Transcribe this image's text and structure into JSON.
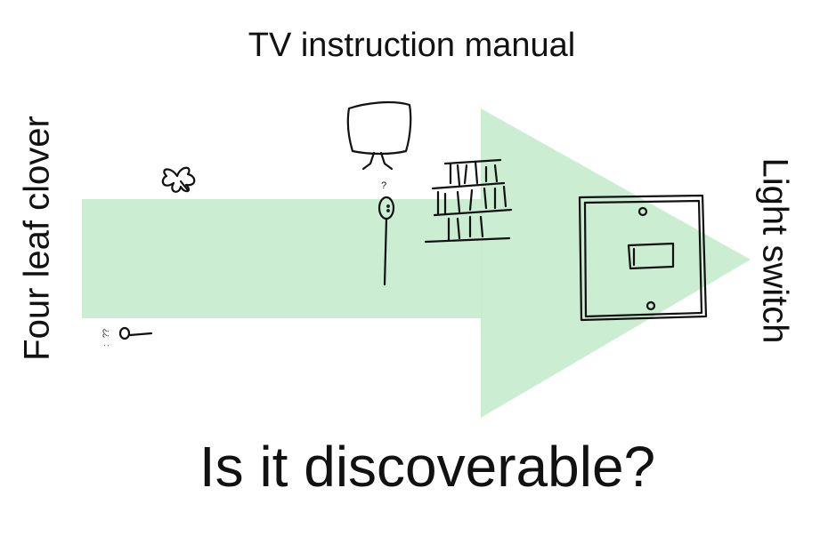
{
  "labels": {
    "top": "TV instruction manual",
    "left": "Four leaf clover",
    "right": "Light switch",
    "bottom": "Is it discoverable?"
  },
  "colors": {
    "arrow_fill": "#c8ecd0",
    "ink": "#111111"
  },
  "icons": [
    "clover-icon",
    "tv-icon",
    "person-icon",
    "small-person-icon",
    "bookshelf-icon",
    "light-switch-icon"
  ]
}
